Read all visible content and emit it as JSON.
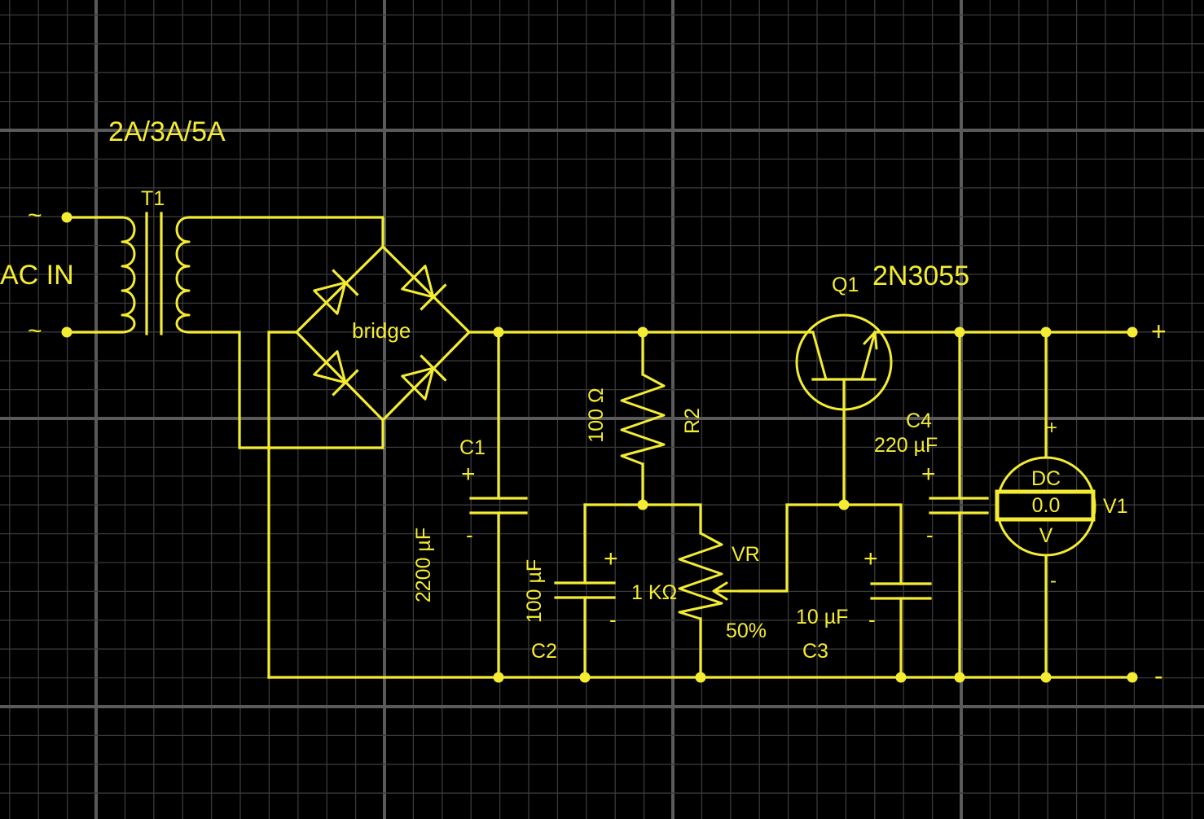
{
  "colors": {
    "background": "#000000",
    "wire": "#f4ec32",
    "grid_minor": "#3a3a3a",
    "grid_major": "#5a5a5a"
  },
  "labels": {
    "rating": "2A/3A/5A",
    "transformer": "T1",
    "ac_in": "AC IN",
    "ac_symbol_top": "~",
    "ac_symbol_bottom": "~",
    "bridge": "bridge",
    "q1_ref": "Q1",
    "q1_part": "2N3055",
    "out_plus": "+",
    "out_minus": "-",
    "c1_ref": "C1",
    "c1_plus": "+",
    "c1_minus": "-",
    "c1_value": "2200 µF",
    "r2_value": "100 Ω",
    "r2_ref": "R2",
    "c2_value": "100 µF",
    "c2_ref": "C2",
    "c2_plus": "+",
    "c2_minus": "-",
    "vr_ref": "VR",
    "vr_value": "1 KΩ",
    "vr_setting": "50%",
    "c4_ref": "C4",
    "c4_value": "220 µF",
    "c4_plus": "+",
    "c4_minus": "-",
    "c3_value": "10 µF",
    "c3_ref": "C3",
    "c3_plus": "+",
    "c3_minus": "-",
    "v1_ref": "V1",
    "v1_plus": "+",
    "v1_minus": "-",
    "meter_mode": "DC",
    "meter_reading": "0.0",
    "meter_unit": "V"
  }
}
